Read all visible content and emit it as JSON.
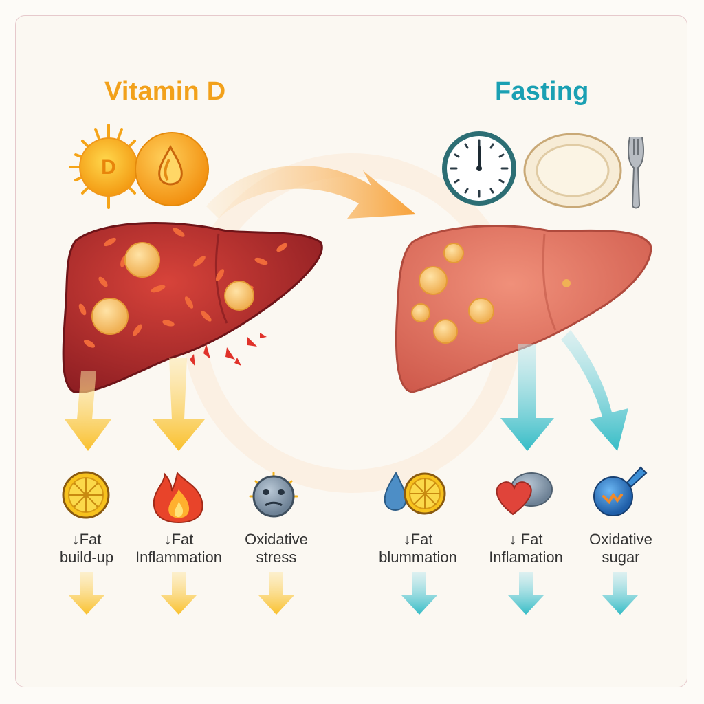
{
  "titles": {
    "vitamin_d": "Vitamin D",
    "fasting": "Fasting"
  },
  "icons": {
    "sun_letter": "D",
    "vitamin_d_icons": [
      "sun-icon",
      "oil-drop-icon"
    ],
    "fasting_icons": [
      "clock-icon",
      "plate-icon",
      "fork-icon"
    ]
  },
  "effects_vitamin_d": [
    {
      "line1": "↓Fat",
      "line2": "build-up",
      "icon": "citrus-slice-icon"
    },
    {
      "line1": "↓Fat",
      "line2": "Inflammation",
      "icon": "flame-icon"
    },
    {
      "line1": "Oxidative",
      "line2": "stress",
      "icon": "stressed-face-icon"
    }
  ],
  "effects_fasting": [
    {
      "line1": "↓Fat",
      "line2": "blummation",
      "icon": "drop-and-citrus-icon"
    },
    {
      "line1": "↓ Fat",
      "line2": "Inflamation",
      "icon": "heart-and-stone-icon"
    },
    {
      "line1": "Oxidative",
      "line2": "sugar",
      "icon": "blue-flask-icon"
    }
  ],
  "colors": {
    "vitamin_d_accent": "#f2a11b",
    "fasting_accent": "#1aa0b3",
    "inflamed_liver": "#b82a2a",
    "healthy_liver": "#e27a66"
  }
}
